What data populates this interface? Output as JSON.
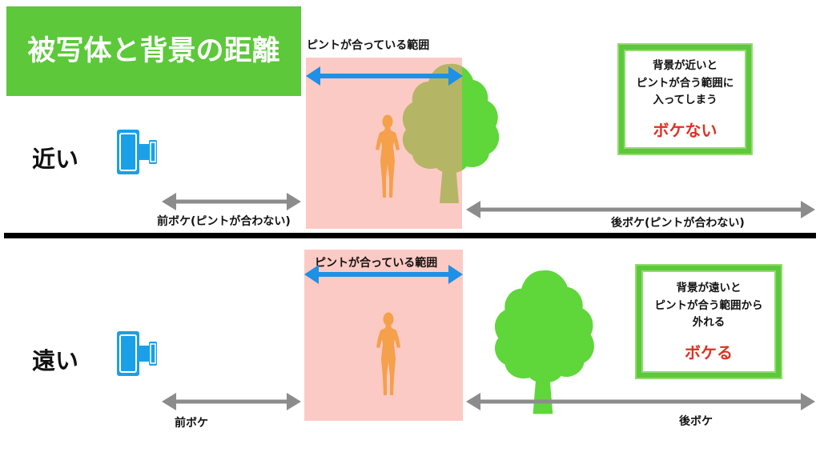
{
  "title": "被写体と背景の距離",
  "colors": {
    "accent_green": "#5cc83a",
    "focus_zone": "#fccac4",
    "arrow_blue": "#1e90e6",
    "arrow_gray": "#8c8c8c",
    "camera_blue": "#1aa0e8",
    "person_orange": "#f5a04a",
    "result_red": "#e03022"
  },
  "near": {
    "label": "近い",
    "focus_range_label": "ピントが合っている範囲",
    "front_bokeh_label": "前ボケ(ピントが合わない)",
    "back_bokeh_label": "後ボケ(ピントが合わない)",
    "note": {
      "line1": "背景が近いと",
      "line2": "ピントが合う範囲に",
      "line3": "入ってしまう",
      "result": "ボケない"
    }
  },
  "far": {
    "label": "遠い",
    "focus_range_label": "ピントが合っている範囲",
    "front_bokeh_label": "前ボケ",
    "back_bokeh_label": "後ボケ",
    "note": {
      "line1": "背景が遠いと",
      "line2": "ピントが合う範囲から",
      "line3": "外れる",
      "result": "ボケる"
    }
  },
  "icons": [
    "camera-icon",
    "person-icon",
    "tree-icon"
  ]
}
